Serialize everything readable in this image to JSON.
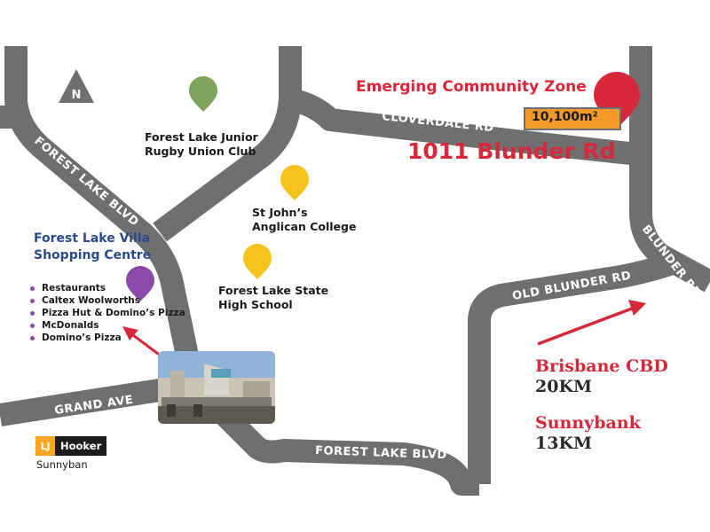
{
  "north_label": "N",
  "roads": {
    "forest_lake_blvd_west": "FOREST LAKE BLVD",
    "cloverdale": "CLOVERDALE RD",
    "blunder": "BLUNDER RD",
    "old_blunder": "OLD BLUNDER RD",
    "grand_ave": "GRAND AVE",
    "forest_lake_blvd_south": "FOREST LAKE BLVD"
  },
  "property": {
    "zone_label": "Emerging Community Zone",
    "area_label": "10,100m²",
    "address": "1011 Blunder Rd",
    "pin_color": "#d7283a",
    "badge_color": "#f39a2a"
  },
  "places": {
    "rugby_club": {
      "name_line1": "Forest Lake Junior",
      "name_line2": "Rugby Union Club",
      "pin_color": "#7fa35a"
    },
    "st_johns": {
      "name_line1": "St John’s",
      "name_line2": "Anglican College",
      "pin_color": "#f5c31c"
    },
    "state_high": {
      "name_line1": "Forest Lake State",
      "name_line2": "High School",
      "pin_color": "#f5c31c"
    }
  },
  "shopping_centre": {
    "title_line1": "Forest Lake Villa",
    "title_line2": "Shopping Centre",
    "title_color": "#2a4a8e",
    "pin_color": "#8a4aa8",
    "amenities": [
      "Restaurants",
      "Caltex Woolworths",
      "Pizza Hut & Domino’s Pizza",
      "McDonalds",
      "Domino’s Pizza"
    ]
  },
  "distances": {
    "brisbane": {
      "name": "Brisbane CBD",
      "km": "20KM"
    },
    "sunnybank": {
      "name": "Sunnybank",
      "km": "13KM"
    }
  },
  "branding": {
    "logo_mark": "LJ",
    "logo_text": "Hooker",
    "office": "Sunnyban"
  },
  "colors": {
    "road": "#6e6f71",
    "accent_red": "#d7283a"
  }
}
